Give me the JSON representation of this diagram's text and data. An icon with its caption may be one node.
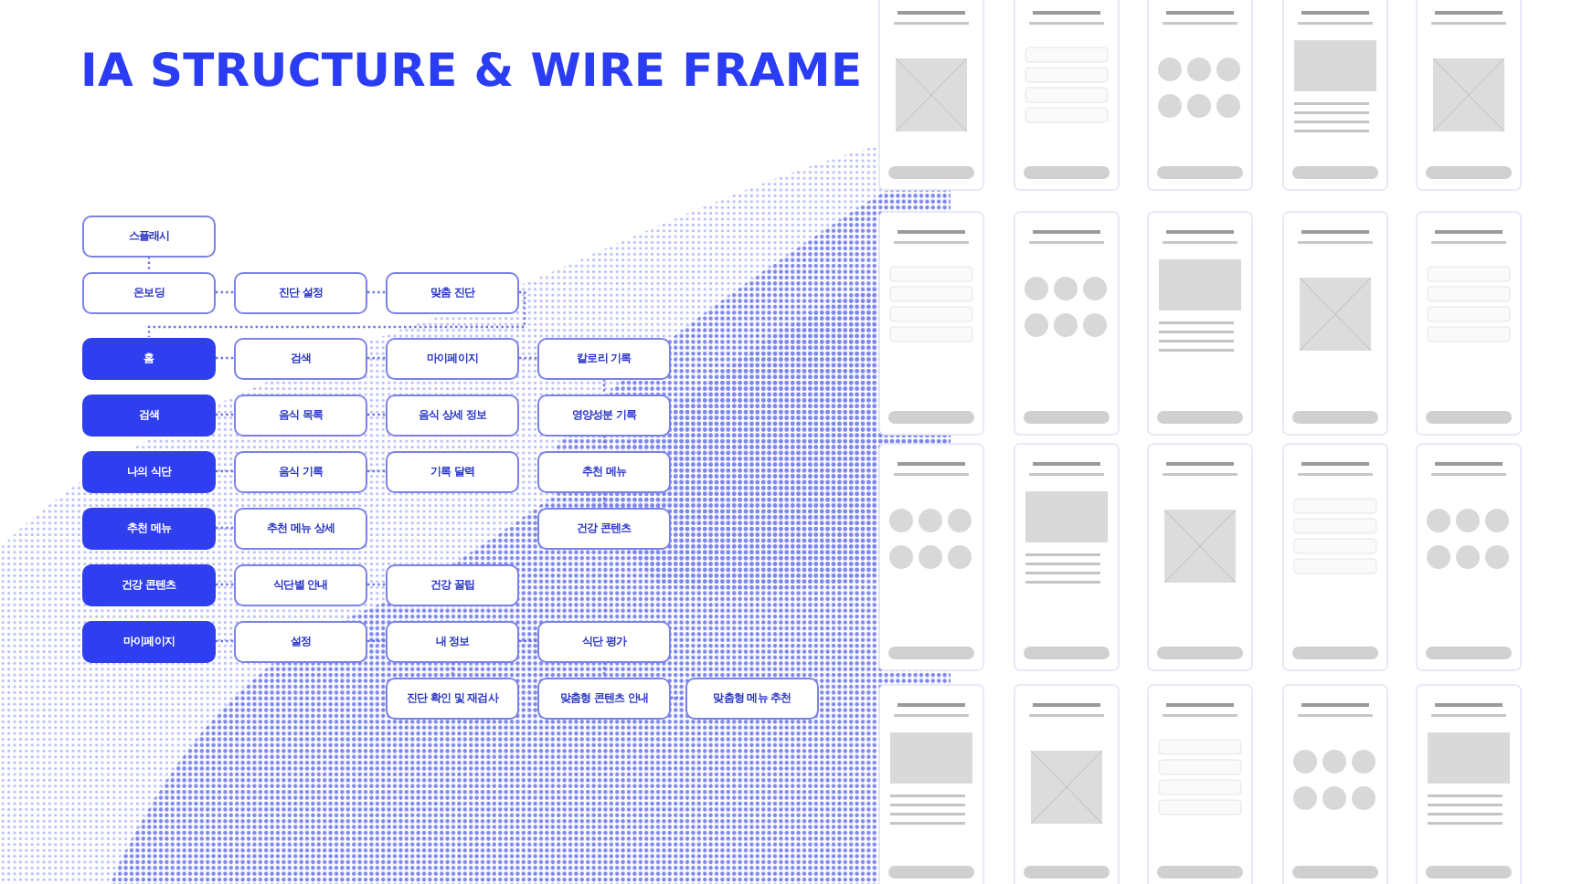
{
  "diagram": {
    "title": "IA STRUCTURE & WIRE FRAME",
    "nodes": [
      {
        "text": [
          "스플래시"
        ]
      },
      {
        "text": [
          "온보딩"
        ]
      },
      {
        "text": [
          "진단 설정"
        ]
      },
      {
        "text": [
          "맞춤 진단"
        ]
      },
      {
        "text": [
          "홈"
        ]
      },
      {
        "text": [
          "검색"
        ]
      },
      {
        "text": [
          "마이페이지"
        ]
      },
      {
        "text": [
          "칼로리 기록"
        ]
      },
      {
        "text": [
          "검색"
        ]
      },
      {
        "text": [
          "음식 목록"
        ]
      },
      {
        "text": [
          "음식 상세 정보"
        ]
      },
      {
        "text": [
          "영양성분 기록"
        ]
      },
      {
        "text": [
          "나의 식단"
        ]
      },
      {
        "text": [
          "음식 기록"
        ]
      },
      {
        "text": [
          "기록 달력"
        ]
      },
      {
        "text": [
          "추천 메뉴"
        ]
      },
      {
        "text": [
          "추천 메뉴"
        ]
      },
      {
        "text": [
          "추천 메뉴 상세"
        ]
      },
      {
        "text": [
          "건강 콘텐츠"
        ]
      },
      {
        "text": [
          "건강 콘텐츠"
        ]
      },
      {
        "text": [
          "식단별 안내"
        ]
      },
      {
        "text": [
          "건강 꿀팁"
        ]
      },
      {
        "text": [
          "마이페이지"
        ]
      },
      {
        "text": [
          "설정"
        ]
      },
      {
        "text": [
          "내 정보"
        ]
      },
      {
        "text": [
          "식단 평가"
        ]
      },
      {
        "text": [
          "진단 확인 및 재검사"
        ]
      },
      {
        "text": [
          "맞춤형 콘텐츠 안내"
        ]
      },
      {
        "text": [
          "맞춤형 메뉴 추천"
        ]
      }
    ],
    "edges": [
      {
        "from": 0,
        "to": 1,
        "arrow": "none",
        "style": "dashed"
      },
      {
        "from": 1,
        "to": 2,
        "arrow": "none",
        "style": "dashed"
      },
      {
        "from": 2,
        "to": 3,
        "arrow": "none",
        "style": "dashed"
      },
      {
        "from": 3,
        "to": 4,
        "arrow": "none",
        "style": "dashed"
      },
      {
        "from": 4,
        "to": 5,
        "arrow": "none",
        "style": "dashed"
      },
      {
        "from": 5,
        "to": 6,
        "arrow": "none",
        "style": "dashed"
      },
      {
        "from": 6,
        "to": 7,
        "arrow": "none",
        "style": "dashed"
      },
      {
        "from": 7,
        "to": 11,
        "arrow": "none",
        "style": "dashed"
      },
      {
        "from": 11,
        "to": 15,
        "arrow": "none",
        "style": "dashed"
      },
      {
        "from": 15,
        "to": 18,
        "arrow": "none",
        "style": "dashed"
      },
      {
        "from": 8,
        "to": 9,
        "arrow": "none",
        "style": "dashed"
      },
      {
        "from": 9,
        "to": 10,
        "arrow": "none",
        "style": "dashed"
      },
      {
        "from": 12,
        "to": 13,
        "arrow": "none",
        "style": "dashed"
      },
      {
        "from": 13,
        "to": 14,
        "arrow": "none",
        "style": "dashed"
      },
      {
        "from": 16,
        "to": 17,
        "arrow": "none",
        "style": "dashed"
      },
      {
        "from": 19,
        "to": 20,
        "arrow": "none",
        "style": "dashed"
      },
      {
        "from": 20,
        "to": 21,
        "arrow": "none",
        "style": "dashed"
      },
      {
        "from": 22,
        "to": 23,
        "arrow": "none",
        "style": "dashed"
      },
      {
        "from": 23,
        "to": 24,
        "arrow": "none",
        "style": "dashed"
      },
      {
        "from": 24,
        "to": 25,
        "arrow": "none",
        "style": "dashed"
      },
      {
        "from": 24,
        "to": 26,
        "arrow": "none",
        "style": "dashed"
      },
      {
        "from": 25,
        "to": 27,
        "arrow": "none",
        "style": "dashed"
      },
      {
        "from": 27,
        "to": 28,
        "arrow": "none",
        "style": "dashed"
      }
    ]
  }
}
